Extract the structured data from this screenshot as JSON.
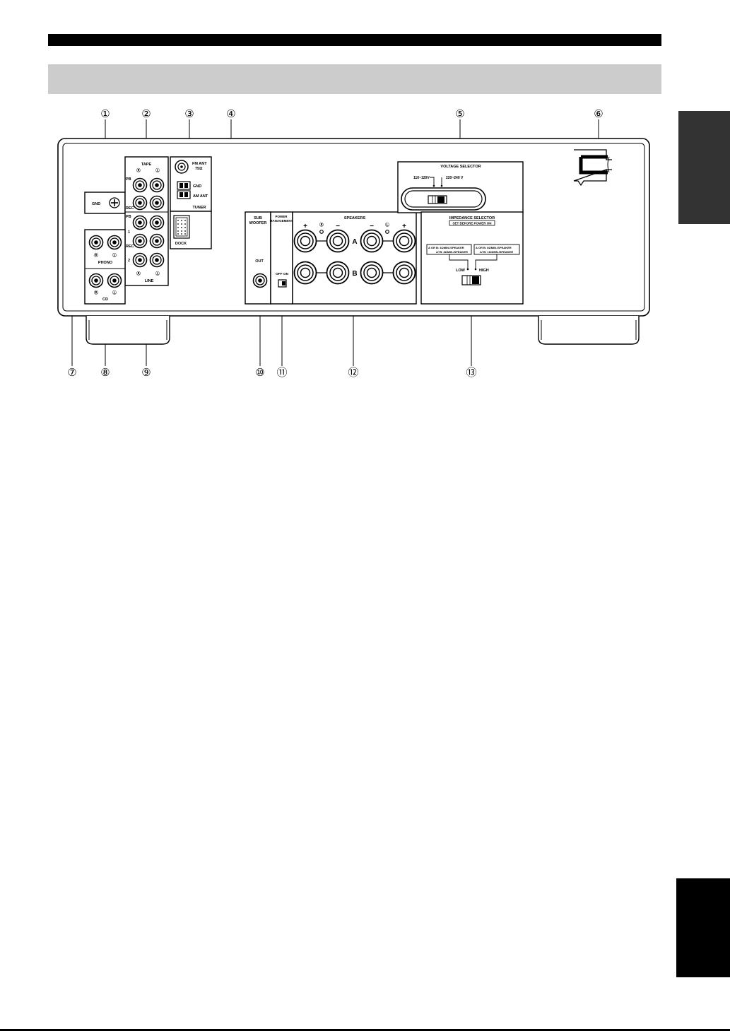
{
  "callouts": [
    "①",
    "②",
    "③",
    "④",
    "⑤",
    "⑥",
    "⑦",
    "⑧",
    "⑨",
    "⑩",
    "⑪",
    "⑫",
    "⑬"
  ],
  "panel": {
    "gnd": "GND",
    "tape": "TAPE",
    "pb": "PB",
    "rec": "REC",
    "line": "LINE",
    "line_1": "1",
    "line_2": "2",
    "r_mark": "Ⓡ",
    "l_mark": "Ⓛ",
    "fm_ant": "FM ANT",
    "fm_ohm": "75Ω",
    "am_gnd": "GND",
    "am_ant": "AM ANT",
    "tuner": "TUNER",
    "dock": "DOCK",
    "phono": "PHONO",
    "cd": "CD",
    "sub_woofer_1": "SUB",
    "sub_woofer_2": "WOOFER",
    "out": "OUT",
    "power_mgmt_1": "POWER",
    "power_mgmt_2": "MANAGEMENT",
    "off_on": "OFF  ON",
    "speakers": "SPEAKERS",
    "plus": "+",
    "minus": "−",
    "spk_a": "A",
    "spk_b": "B",
    "voltage_selector": "VOLTAGE SELECTOR",
    "v_low": "110~120V",
    "v_high": "220~240 V",
    "impedance_selector": "IMPEDANCE SELECTOR",
    "set_before": "SET BEFORE POWER ON",
    "imp_low_1": "A OR B: 4ΩMIN./SPEAKER",
    "imp_low_2": "A+B: 8ΩMIN./SPEAKER",
    "imp_high_1": "A OR B: 8ΩMIN./SPEAKER",
    "imp_high_2": "A+B: 16ΩMIN./SPEAKER",
    "low": "LOW",
    "high": "HIGH"
  }
}
